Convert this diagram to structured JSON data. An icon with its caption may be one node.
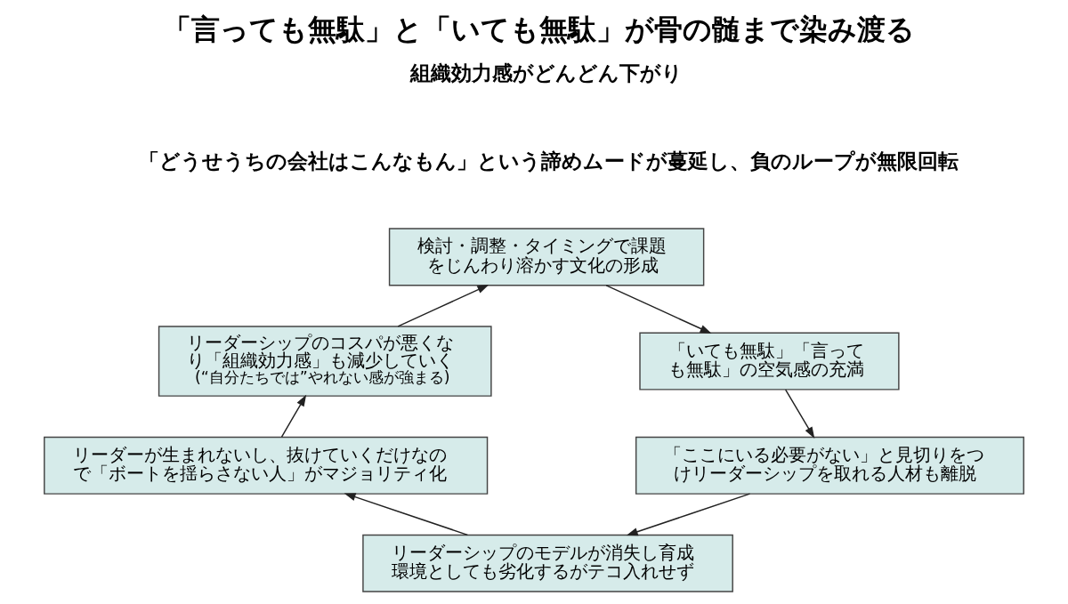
{
  "diagram": {
    "title": "「言っても無駄」と「いても無駄」が骨の髄まで染み渡る",
    "nodes": [
      {
        "text": [
          "検討・調整・タイミングで課題をじんわり溶かす文化の形成"
        ]
      },
      {
        "text": [
          "「いても無駄」「言っても無駄」の空気感の充満"
        ]
      },
      {
        "text": [
          "「ここにいる必要がない」と見切りをつけリーダーシップを取れる人材も離脱"
        ]
      },
      {
        "text": [
          "リーダーシップのモデルが消失し育成環境としても劣化するがテコ入れせず"
        ]
      },
      {
        "text": [
          "リーダーが生まれないし、抜けていくだけなので「ボートを揺らさない人」がマジョリティ化"
        ]
      },
      {
        "text": [
          "リーダーシップのコスパが悪くなり「組織効力感」も減少していく",
          "(“自分たちでは”やれない感が強まる)"
        ]
      }
    ],
    "edges": [
      {
        "from": 0,
        "to": 1,
        "arrow": "to"
      },
      {
        "from": 1,
        "to": 2,
        "arrow": "to"
      },
      {
        "from": 2,
        "to": 3,
        "arrow": "to"
      },
      {
        "from": 3,
        "to": 4,
        "arrow": "to"
      },
      {
        "from": 4,
        "to": 5,
        "arrow": "to"
      },
      {
        "from": 5,
        "to": 0,
        "arrow": "to"
      }
    ],
    "labels": [
      "組織効力感がどんどん下がり",
      "「どうせうちの会社はこんなもん」という諦めムードが蔓延し、負のループが無限回転"
    ]
  }
}
